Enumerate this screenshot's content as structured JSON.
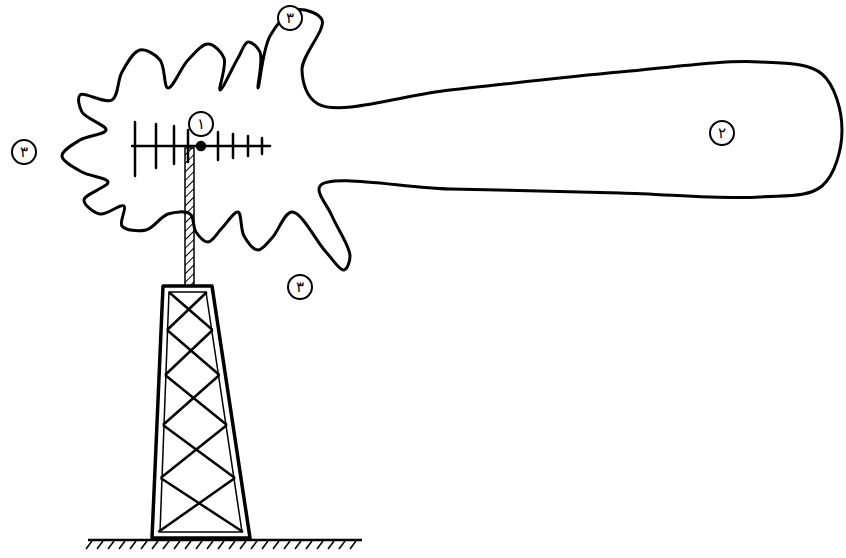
{
  "diagram": {
    "labels": [
      "۳",
      "۳",
      "۱",
      "۲",
      "۳"
    ]
  }
}
